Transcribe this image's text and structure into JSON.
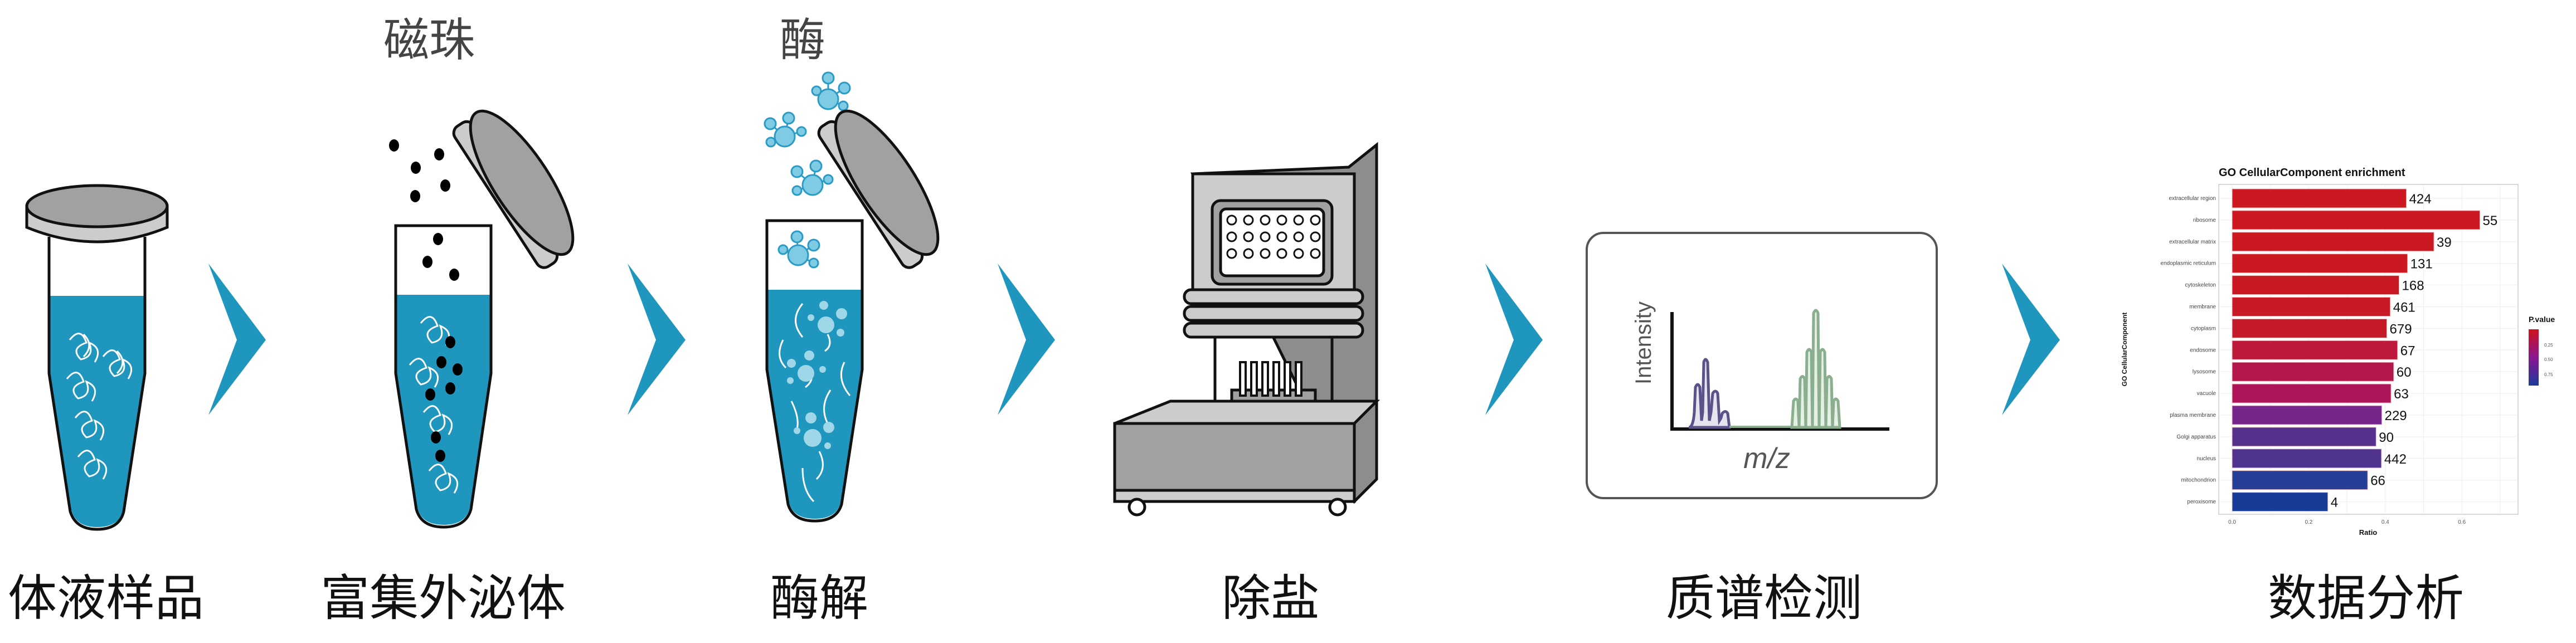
{
  "steps": [
    {
      "label": "体液样品"
    },
    {
      "label": "富集外泌体",
      "reagent": "磁珠"
    },
    {
      "label": "酶解",
      "reagent": "酶"
    },
    {
      "label": "除盐"
    },
    {
      "label": "质谱检测"
    },
    {
      "label": "数据分析"
    }
  ],
  "colors": {
    "liquid": "#1e96bd",
    "arrow": "#1e96bd",
    "cap": "#a0a2a1",
    "cap_side": "#cbcdcc",
    "enzyme": "#7fcbe3"
  },
  "ms_panel": {
    "y_label": "Intensity",
    "x_label": "m/z"
  },
  "chart_data": {
    "type": "bar",
    "orientation": "horizontal",
    "title": "GO CellularComponent enrichment",
    "xlabel": "Ratio",
    "ylabel": "GO CellularComponent",
    "xlim": [
      0,
      0.75
    ],
    "xticks": [
      "0.0",
      "0.2",
      "0.4",
      "0.6"
    ],
    "categories": [
      "extracellular region",
      "ribosome",
      "extracellular matrix",
      "endoplasmic reticulum",
      "cytoskeleton",
      "membrane",
      "cytoplasm",
      "endosome",
      "lysosome",
      "vacuole",
      "plasma membrane",
      "Golgi apparatus",
      "nucleus",
      "mitochondrion",
      "peroxisome"
    ],
    "values": [
      0.455,
      0.647,
      0.527,
      0.458,
      0.436,
      0.413,
      0.404,
      0.432,
      0.422,
      0.415,
      0.391,
      0.376,
      0.39,
      0.354,
      0.25
    ],
    "counts": [
      "424",
      "55",
      "39",
      "131",
      "168",
      "461",
      "679",
      "67",
      "60",
      "63",
      "229",
      "90",
      "442",
      "66",
      "4"
    ],
    "bar_colors": [
      "#cc1820",
      "#cc1820",
      "#cc1820",
      "#cb1821",
      "#ca1822",
      "#c91924",
      "#c41a2a",
      "#bd1a3b",
      "#b5174c",
      "#ad1558",
      "#76268a",
      "#55318e",
      "#50338f",
      "#273e96",
      "#163c98"
    ],
    "legend": {
      "title": "P.value",
      "ticks": [
        "0.25",
        "0.50",
        "0.75"
      ],
      "position": "right",
      "colors": [
        "#d0121c",
        "#8a1690",
        "#1a3a9a"
      ]
    },
    "grid": true
  }
}
